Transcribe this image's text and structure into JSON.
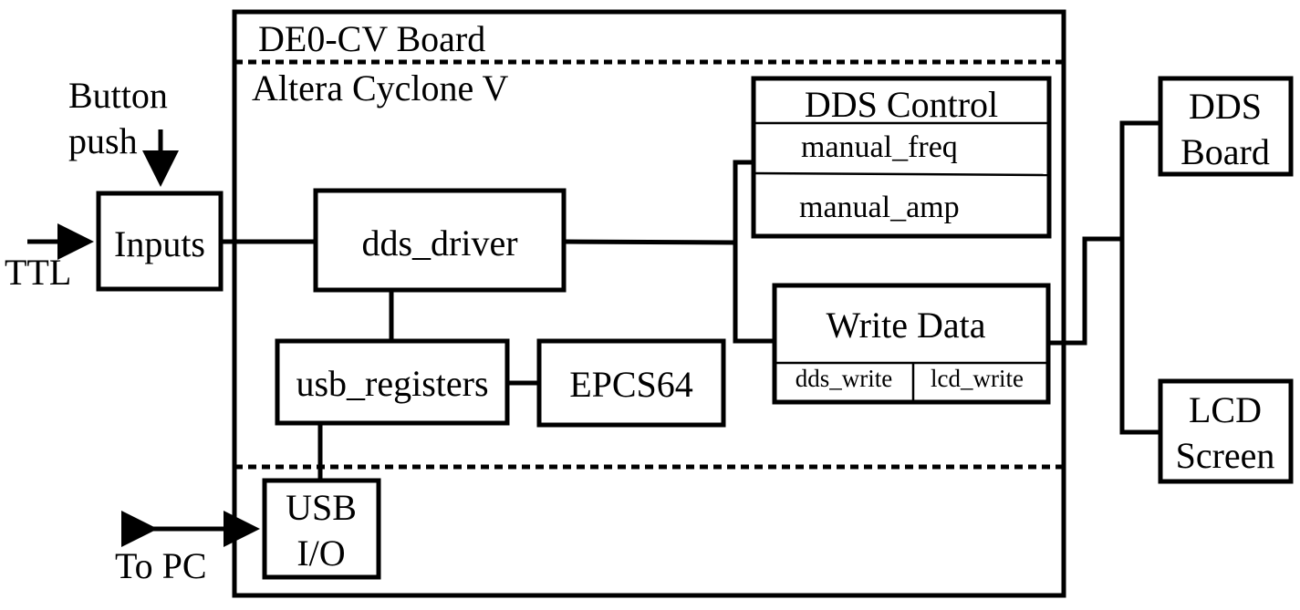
{
  "board": {
    "title": "DE0-CV Board"
  },
  "fpga": {
    "title": "Altera Cyclone V"
  },
  "inputs": {
    "button_line1": "Button",
    "button_line2": "push",
    "ttl": "TTL",
    "block": "Inputs"
  },
  "dds_driver": {
    "label": "dds_driver"
  },
  "usb_registers": {
    "label": "usb_registers"
  },
  "epcs": {
    "label": "EPCS64"
  },
  "dds_control": {
    "title": "DDS Control",
    "freq": "manual_freq",
    "amp": "manual_amp"
  },
  "write_data": {
    "title": "Write Data",
    "dds_write": "dds_write",
    "lcd_write": "lcd_write"
  },
  "usb_io": {
    "line1": "USB",
    "line2": "I/O"
  },
  "to_pc": "To PC",
  "dds_board": {
    "line1": "DDS",
    "line2": "Board"
  },
  "lcd_screen": {
    "line1": "LCD",
    "line2": "Screen"
  }
}
